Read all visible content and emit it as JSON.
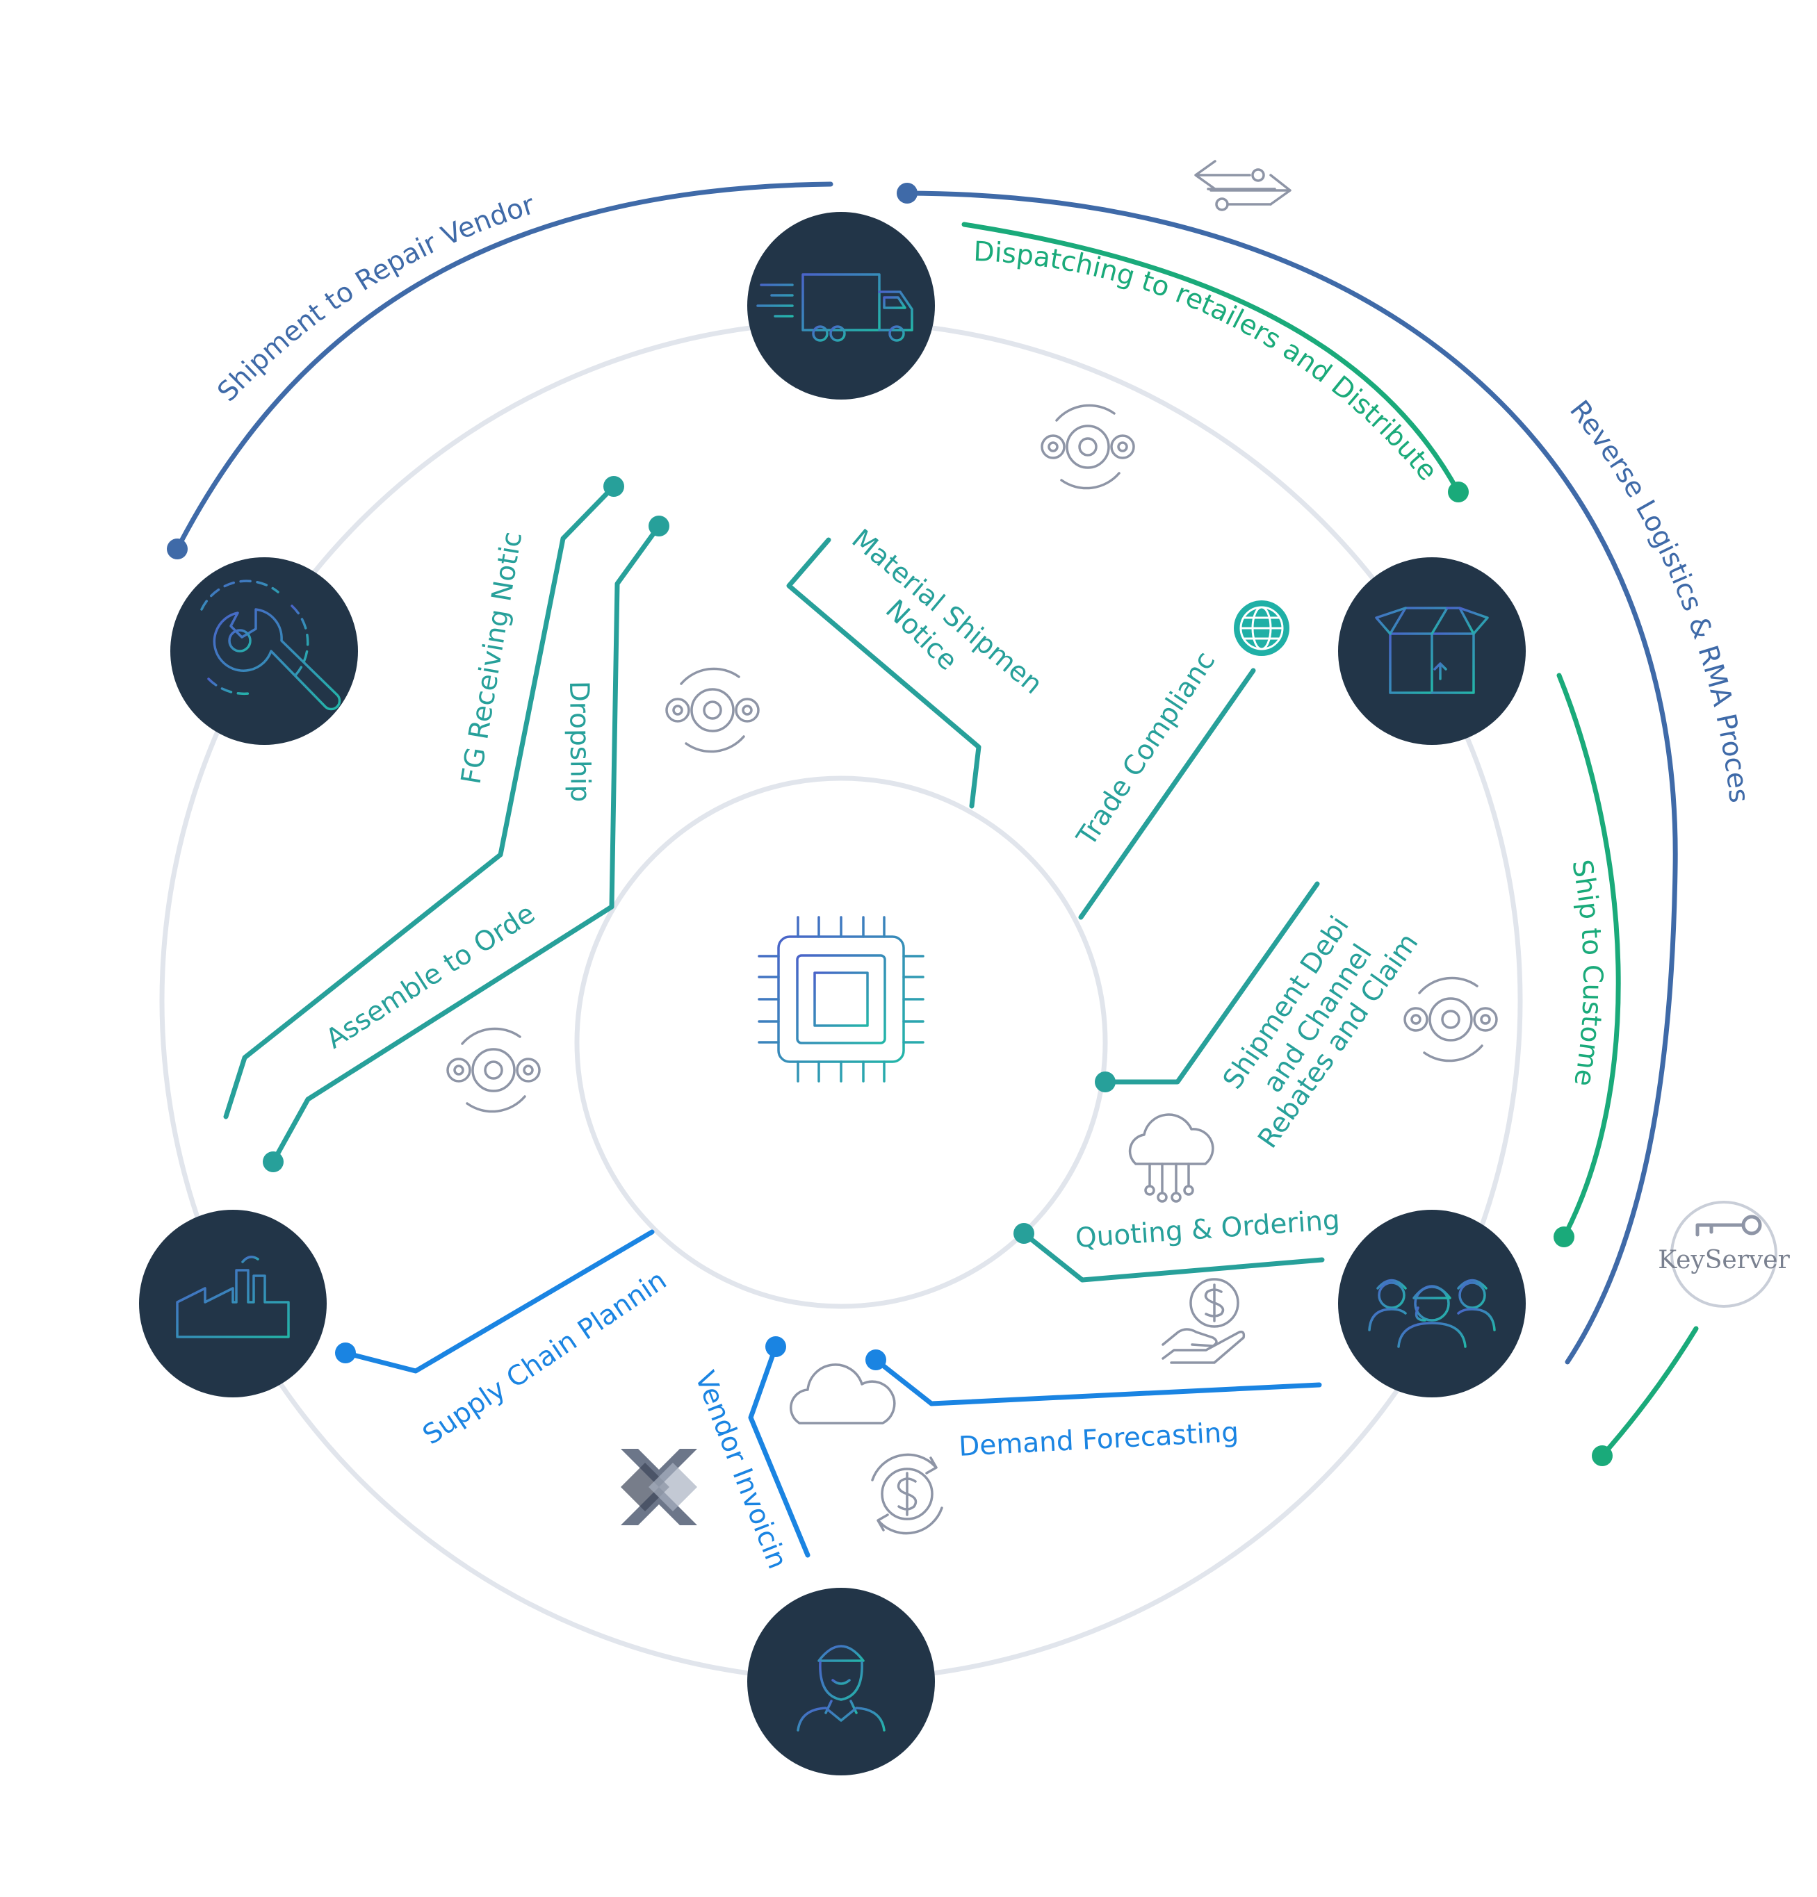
{
  "colors": {
    "node": "#223548",
    "ring": "#e1e5ec",
    "dark_blue": "#3f6aa8",
    "green": "#1aaa7a",
    "teal": "#27a09a",
    "blue": "#1a84e2",
    "icon_gray": "#8e95a6"
  },
  "nodes": [
    {
      "id": "truck",
      "icon": "truck-icon"
    },
    {
      "id": "package",
      "icon": "package-box-icon"
    },
    {
      "id": "customers",
      "icon": "customer-group-icon"
    },
    {
      "id": "worker",
      "icon": "worker-icon"
    },
    {
      "id": "factory",
      "icon": "factory-icon"
    },
    {
      "id": "repair",
      "icon": "wrench-icon"
    }
  ],
  "center_icon": "microchip-icon",
  "flows": {
    "shipment_to_repair_vendor": "Shipment to Repair Vendor",
    "dispatching": "Dispatching to retailers and Distributers",
    "reverse_logistics": "Reverse Logistics & RMA Process",
    "ship_to_customer": "Ship to Customer",
    "fg_receiving_notice": "FG Receiving Notice",
    "dropship": "Dropship",
    "material_shipment_line1": "Material Shipment",
    "material_shipment_line2": "Notice",
    "trade_compliance": "Trade Compliance",
    "assemble_to_order": "Assemble to Order",
    "shipment_debit_line1": "Shipment Debit",
    "shipment_debit_line2": "and Channel",
    "shipment_debit_line3": "Rebates and Claims",
    "quoting_ordering": "Quoting &  Ordering",
    "supply_chain_planning": "Supply Chain Planning",
    "vendor_invoicing": "Vendor Invoicing",
    "demand_forecasting": "Demand Forecasting"
  },
  "logos": {
    "keyserver": "KeyServer"
  },
  "decorative_icons": [
    "data-exchange-arrows-icon",
    "gears-icon",
    "globe-icon",
    "cloud-network-icon",
    "cloud-icon",
    "dollar-hand-icon",
    "dollar-cycle-icon",
    "x-logo-icon",
    "keyserver-logo-icon"
  ]
}
